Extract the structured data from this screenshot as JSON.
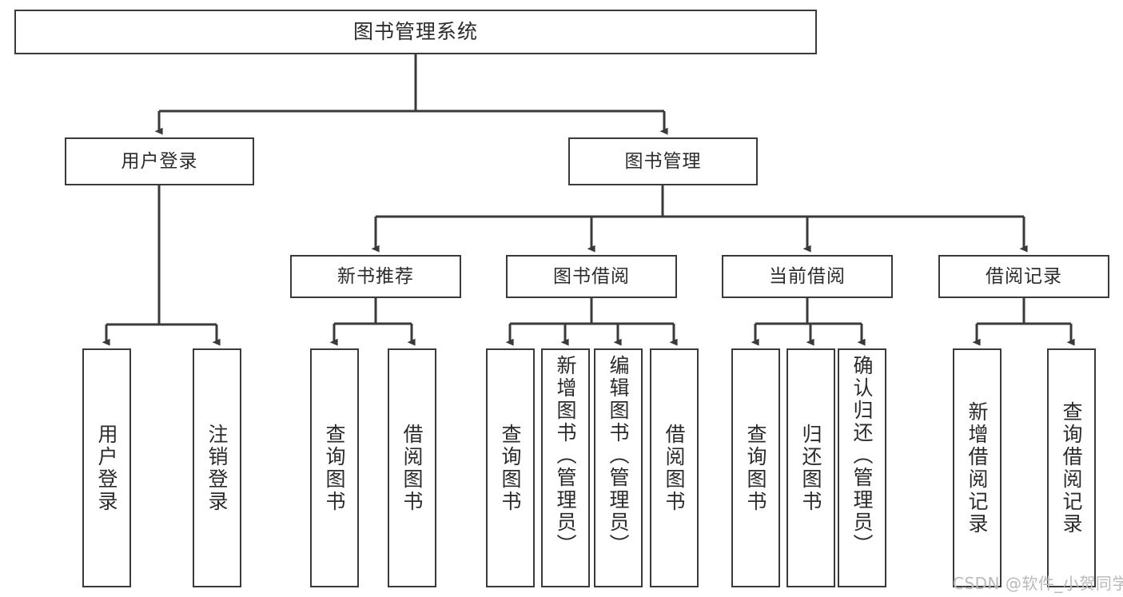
{
  "diagram": {
    "title": "图书管理系统",
    "type": "tree-hierarchy",
    "watermark": "CSDN @软件_小贺同学",
    "accent_color": "#3a3a3a",
    "background_color": "#ffffff"
  },
  "nodes": {
    "root": {
      "label": "图书管理系统"
    },
    "level1": [
      {
        "label": "用户登录"
      },
      {
        "label": "图书管理"
      }
    ],
    "level2": [
      {
        "label": "新书推荐"
      },
      {
        "label": "图书借阅"
      },
      {
        "label": "当前借阅"
      },
      {
        "label": "借阅记录"
      }
    ],
    "leaves": {
      "user_login": [
        {
          "label": "用户登录"
        },
        {
          "label": "注销登录"
        }
      ],
      "new_book": [
        {
          "label": "查询图书"
        },
        {
          "label": "借阅图书"
        }
      ],
      "book_borrow": [
        {
          "label": "查询图书"
        },
        {
          "label": "新增图书（管理员）"
        },
        {
          "label": "编辑图书（管理员）"
        },
        {
          "label": "借阅图书"
        }
      ],
      "current_borrow": [
        {
          "label": "查询图书"
        },
        {
          "label": "归还图书"
        },
        {
          "label": "确认归还（管理员）"
        }
      ],
      "borrow_record": [
        {
          "label": "新增借阅记录"
        },
        {
          "label": "查询借阅记录"
        }
      ]
    }
  }
}
